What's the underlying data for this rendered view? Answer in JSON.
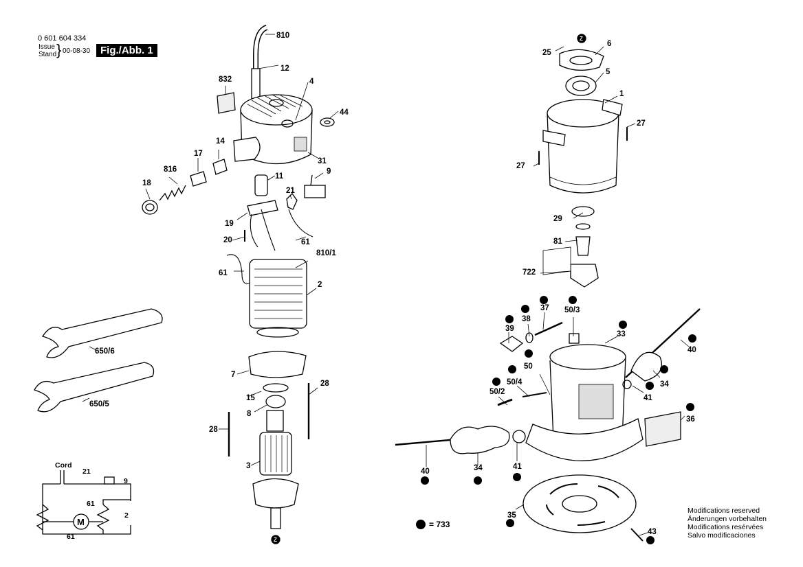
{
  "header": {
    "part_number": "0 601 604 334",
    "issue_label_1": "Issue",
    "issue_label_2": "Stand",
    "date": "00-08-30",
    "figure": "Fig./Abb. 1"
  },
  "legend": {
    "symbol": "dot",
    "text": "= 733"
  },
  "notes": [
    "Modifications reserved",
    "Änderungen vorbehalten",
    "Modifications resérvées",
    "Salvo modificaciones"
  ],
  "callouts": [
    {
      "id": "c810",
      "text": "810"
    },
    {
      "id": "c12",
      "text": "12"
    },
    {
      "id": "c832",
      "text": "832"
    },
    {
      "id": "c4",
      "text": "4"
    },
    {
      "id": "c44",
      "text": "44"
    },
    {
      "id": "c14",
      "text": "14"
    },
    {
      "id": "c17",
      "text": "17"
    },
    {
      "id": "c816",
      "text": "816"
    },
    {
      "id": "c18",
      "text": "18"
    },
    {
      "id": "c31",
      "text": "31"
    },
    {
      "id": "c11",
      "text": "11"
    },
    {
      "id": "c9",
      "text": "9"
    },
    {
      "id": "c21",
      "text": "21"
    },
    {
      "id": "c19",
      "text": "19"
    },
    {
      "id": "c20",
      "text": "20"
    },
    {
      "id": "c61a",
      "text": "61"
    },
    {
      "id": "c8101",
      "text": "810/1"
    },
    {
      "id": "c61b",
      "text": "61"
    },
    {
      "id": "c2",
      "text": "2"
    },
    {
      "id": "c6506",
      "text": "650/6"
    },
    {
      "id": "c6505",
      "text": "650/5"
    },
    {
      "id": "c7",
      "text": "7"
    },
    {
      "id": "c15",
      "text": "15"
    },
    {
      "id": "c8",
      "text": "8"
    },
    {
      "id": "c28a",
      "text": "28"
    },
    {
      "id": "c28b",
      "text": "28"
    },
    {
      "id": "c3",
      "text": "3"
    },
    {
      "id": "c25",
      "text": "25"
    },
    {
      "id": "c6",
      "text": "6"
    },
    {
      "id": "c5",
      "text": "5"
    },
    {
      "id": "c1",
      "text": "1"
    },
    {
      "id": "c27a",
      "text": "27"
    },
    {
      "id": "c27b",
      "text": "27"
    },
    {
      "id": "c29",
      "text": "29"
    },
    {
      "id": "c81",
      "text": "81"
    },
    {
      "id": "c722",
      "text": "722"
    },
    {
      "id": "c38",
      "text": "38"
    },
    {
      "id": "c37",
      "text": "37"
    },
    {
      "id": "c503",
      "text": "50/3"
    },
    {
      "id": "c33",
      "text": "33"
    },
    {
      "id": "c39",
      "text": "39"
    },
    {
      "id": "c40a",
      "text": "40"
    },
    {
      "id": "c50",
      "text": "50"
    },
    {
      "id": "c504",
      "text": "50/4"
    },
    {
      "id": "c502",
      "text": "50/2"
    },
    {
      "id": "c34a",
      "text": "34"
    },
    {
      "id": "c41a",
      "text": "41"
    },
    {
      "id": "c36",
      "text": "36"
    },
    {
      "id": "c40b",
      "text": "40"
    },
    {
      "id": "c34b",
      "text": "34"
    },
    {
      "id": "c41b",
      "text": "41"
    },
    {
      "id": "c35",
      "text": "35"
    },
    {
      "id": "c43",
      "text": "43"
    }
  ],
  "schematic": {
    "cord": "Cord",
    "label_21": "21",
    "label_9": "9",
    "label_61a": "61",
    "label_61b": "61",
    "label_2": "2",
    "motor": "M"
  },
  "z_marker": "Z"
}
